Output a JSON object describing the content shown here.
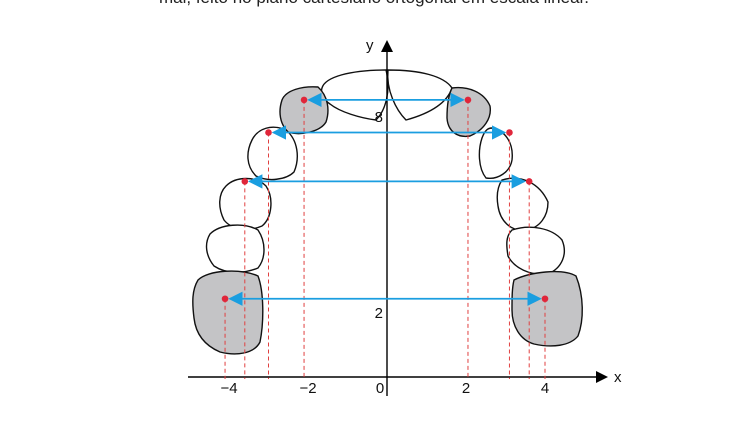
{
  "caption": "mal, feito no plano cartesiano ortogonal em escala linear.",
  "axes": {
    "x_label": "x",
    "y_label": "y"
  },
  "x_ticks": [
    "−4",
    "−2",
    "0",
    "2",
    "4"
  ],
  "y_ticks": [
    "2",
    "8"
  ],
  "colors": {
    "arrow": "#1a9ee0",
    "point": "#e0263a",
    "dashed": "#e04040",
    "shaded_tooth": "#c4c4c6"
  },
  "point_pairs": [
    {
      "y": 8.5,
      "left_x": -2.1,
      "right_x": 2.05
    },
    {
      "y": 7.5,
      "left_x": -3.0,
      "right_x": 3.1
    },
    {
      "y": 6.0,
      "left_x": -3.6,
      "right_x": 3.6
    },
    {
      "y": 2.4,
      "left_x": -4.1,
      "right_x": 4.0
    }
  ]
}
